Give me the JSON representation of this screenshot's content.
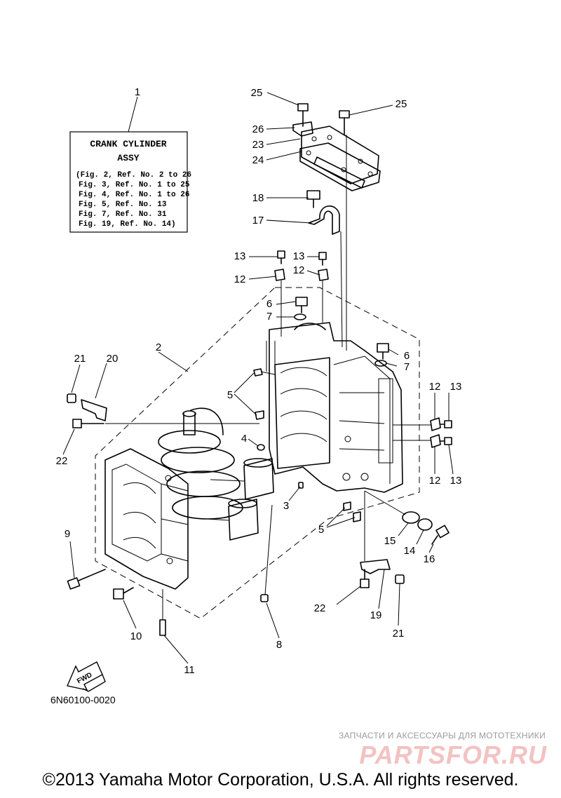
{
  "assy_box": {
    "title_line1": "CRANK CYLINDER",
    "title_line2": "ASSY",
    "refs": [
      "(Fig. 2, Ref. No. 2 to 26",
      "Fig. 3, Ref. No. 1 to 25",
      "Fig. 4, Ref. No. 1 to 26",
      "Fig. 5, Ref. No. 13",
      "Fig. 7, Ref. No. 31",
      "Fig. 19, Ref. No. 14)"
    ]
  },
  "callouts": {
    "c1": "1",
    "c2": "2",
    "c3": "3",
    "c4": "4",
    "c5a": "5",
    "c5b": "5",
    "c6a": "6",
    "c6b": "6",
    "c7a": "7",
    "c7b": "7",
    "c8": "8",
    "c9": "9",
    "c10": "10",
    "c11": "11",
    "c12a": "12",
    "c12b": "12",
    "c12c": "12",
    "c12d": "12",
    "c13a": "13",
    "c13b": "13",
    "c13c": "13",
    "c13d": "13",
    "c14": "14",
    "c15": "15",
    "c16": "16",
    "c17": "17",
    "c18": "18",
    "c19": "19",
    "c20": "20",
    "c21a": "21",
    "c21b": "21",
    "c22a": "22",
    "c22b": "22",
    "c23": "23",
    "c24": "24",
    "c25a": "25",
    "c25b": "25",
    "c26": "26"
  },
  "fwd_label": "FWD",
  "diagram_code": "6N60100-0020",
  "watermark": {
    "caption": "ЗАПЧАСТИ И АКСЕССУАРЫ ДЛЯ МОТОТЕХНИКИ",
    "logo": "PARTSFOR.RU"
  },
  "copyright": "©2013 Yamaha Motor Corporation, U.S.A. All rights reserved."
}
